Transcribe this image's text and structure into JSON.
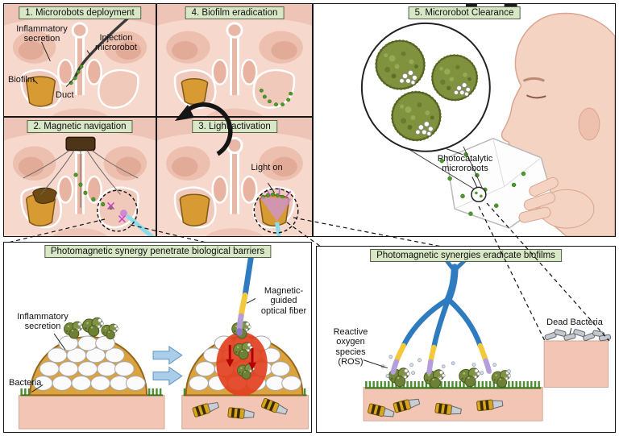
{
  "p1": {
    "title": "1. Microrobots deployment",
    "inflammatory": "Inflammatory\nsecretion",
    "injection": "Injection\nmicrorobot",
    "biofilm": "Biofilm",
    "duct": "Duct"
  },
  "p2": {
    "title": "2. Magnetic navigation"
  },
  "p3": {
    "title": "3. Light activation",
    "light_on": "Light on"
  },
  "p4": {
    "title": "4. Biofilm eradication"
  },
  "p5": {
    "title": "5. Microrobot Clearance",
    "photocatalytic": "Photocatalytic\nmicrorobots"
  },
  "bottom_left": {
    "title": "Photomagnetic synergy penetrate biological barriers",
    "fiber": "Magnetic-\nguided\noptical fiber",
    "inflammatory": "Inflammatory\nsecretion",
    "bacteria": "Bacteria"
  },
  "bottom_right": {
    "title": "Photomagnetic synergies eradicate biofilms",
    "ros": "Reactive\noxygen\nspecies\n(ROS)",
    "dead_bacteria": "Dead Bacteria"
  },
  "colors": {
    "panel_title_bg": "#d8e7c5",
    "skin": "#f6d8cd",
    "biofilm_orange": "#d89a33",
    "biofilm_dark": "#6e4a14",
    "microrobot_green": "#75893c",
    "bacteria_green": "#4e8f33",
    "fiber_blue": "#2f7bbf",
    "fiber_yellow": "#f4c83c",
    "fiber_purple": "#b39ddb",
    "light_cyan": "#8adced",
    "ros_glow_red": "#e2401f",
    "arrow_blue": "#aacdea",
    "tissue_pink": "#f2c5b5",
    "magnet_gold": "#d9a520"
  }
}
